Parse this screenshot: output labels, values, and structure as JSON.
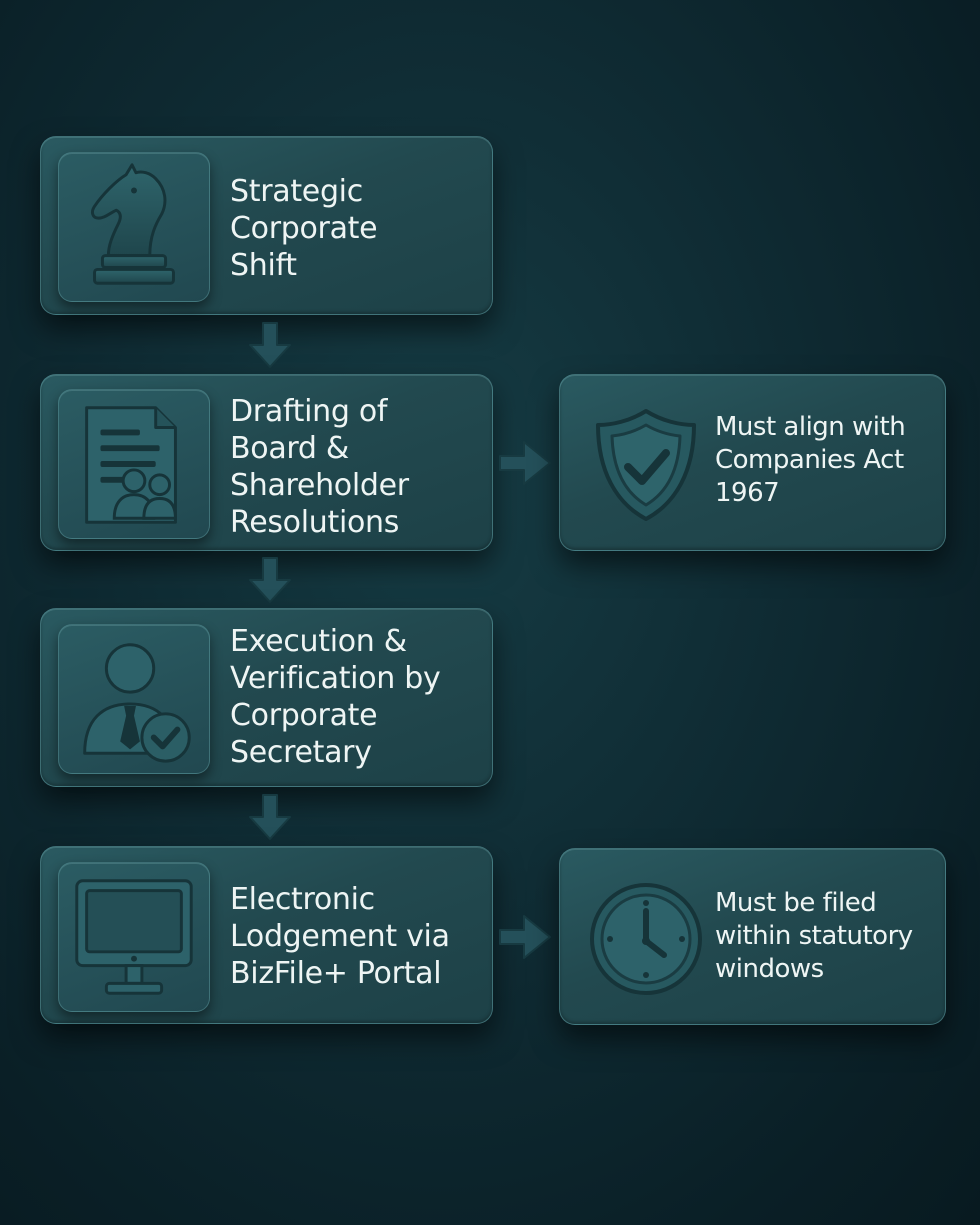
{
  "steps": [
    {
      "label": "Strategic\nCorporate\nShift",
      "icon": "chess-knight-icon"
    },
    {
      "label": "Drafting of\nBoard &\nShareholder\nResolutions",
      "icon": "resolution-document-icon"
    },
    {
      "label": "Execution &\nVerification by\nCorporate\nSecretary",
      "icon": "verified-person-icon"
    },
    {
      "label": "Electronic\nLodgement via\nBizFile+ Portal",
      "icon": "computer-monitor-icon"
    }
  ],
  "notes": [
    {
      "label": "Must align with\nCompanies Act\n1967",
      "icon": "shield-check-icon"
    },
    {
      "label": "Must be filed\nwithin statutory\nwindows",
      "icon": "clock-icon"
    }
  ],
  "colors": {
    "background": "#0f2b33",
    "card": "#22494f",
    "icon_stroke": "#142f35",
    "arrow": "#244c53",
    "text": "#eef5f4"
  }
}
